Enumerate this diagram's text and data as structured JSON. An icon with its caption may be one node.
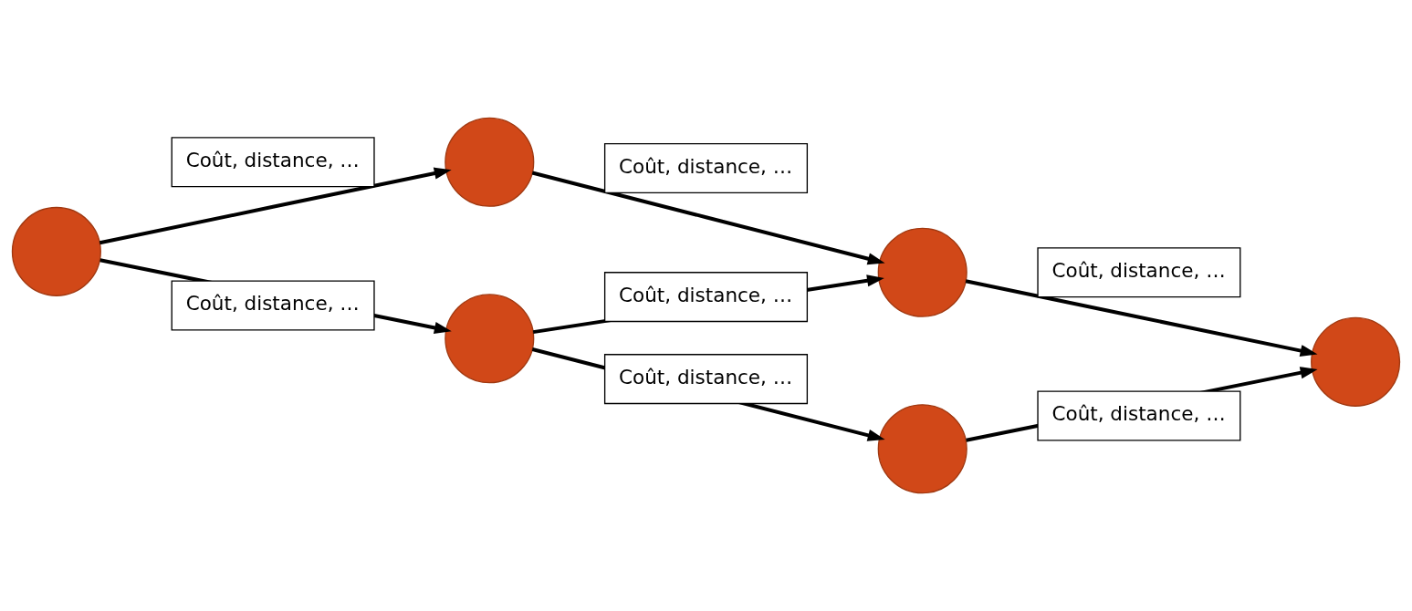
{
  "diagram": {
    "nodes": [
      {
        "text": [],
        "shape": "circle"
      },
      {
        "text": [],
        "shape": "circle"
      },
      {
        "text": [],
        "shape": "circle"
      },
      {
        "text": [],
        "shape": "circle"
      },
      {
        "text": [],
        "shape": "circle"
      },
      {
        "text": [],
        "shape": "circle"
      }
    ],
    "edges": [
      {
        "from": 0,
        "to": 1,
        "arrow": "to",
        "label": "Coût, distance, …"
      },
      {
        "from": 0,
        "to": 3,
        "arrow": "to",
        "label": "Coût, distance, …"
      },
      {
        "from": 1,
        "to": 2,
        "arrow": "to",
        "label": "Coût, distance, …"
      },
      {
        "from": 3,
        "to": 2,
        "arrow": "to",
        "label": "Coût, distance, …"
      },
      {
        "from": 3,
        "to": 4,
        "arrow": "to",
        "label": "Coût, distance, …"
      },
      {
        "from": 2,
        "to": 5,
        "arrow": "to",
        "label": "Coût, distance, …"
      },
      {
        "from": 4,
        "to": 5,
        "arrow": "to",
        "label": "Coût, distance, …"
      }
    ]
  }
}
